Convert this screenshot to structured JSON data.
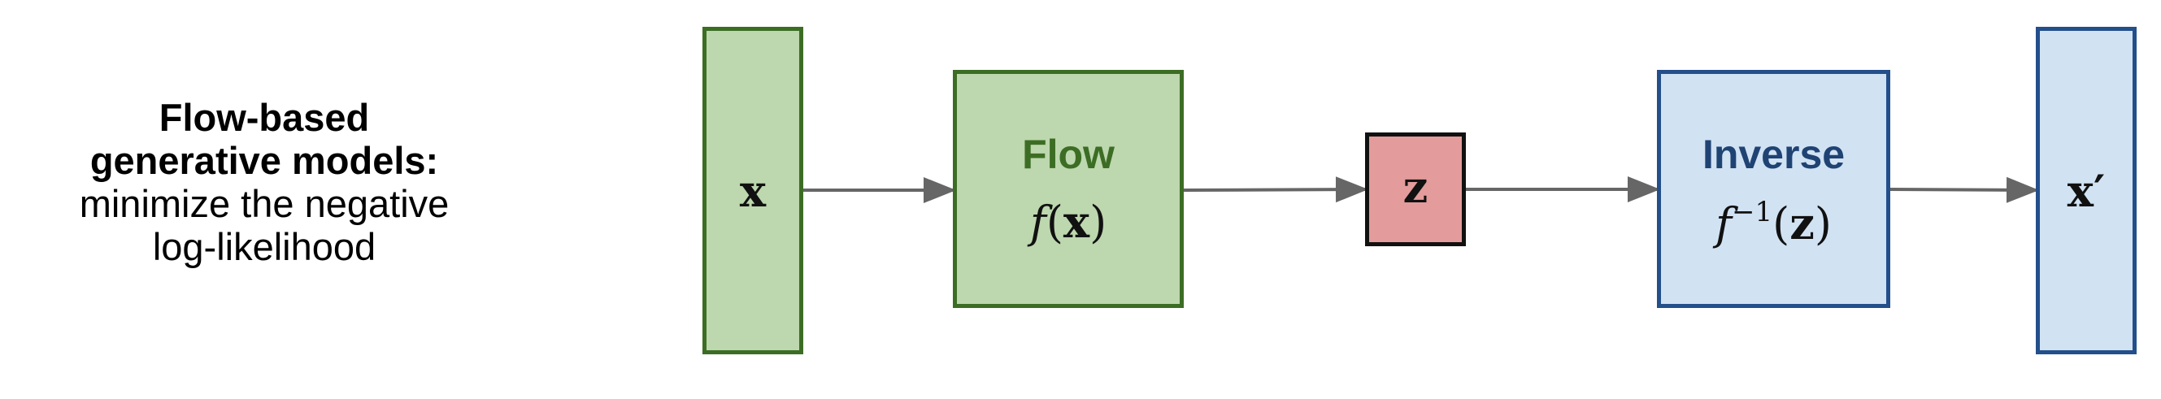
{
  "caption": {
    "bold_lines": [
      "Flow-based",
      "generative models:"
    ],
    "normal_lines": [
      "minimize the negative",
      "log-likelihood"
    ]
  },
  "nodes": {
    "x": {
      "symbol": "x"
    },
    "flow": {
      "title": "Flow",
      "func": "f",
      "arg": "x"
    },
    "z": {
      "symbol": "z"
    },
    "inverse": {
      "title": "Inverse",
      "func": "f",
      "exponent": "−1",
      "arg": "z"
    },
    "x_prime": {
      "symbol": "x",
      "prime": "′"
    }
  },
  "colors": {
    "encoder_fill": "#bdd7ae",
    "encoder_border": "#3c6d24",
    "latent_fill": "#e39c9b",
    "latent_border": "#111111",
    "decoder_fill": "#d1e2f3",
    "decoder_border": "#234f8a",
    "arrow": "#666666",
    "flow_title": "#3c6d24",
    "inverse_title": "#1f4373"
  }
}
